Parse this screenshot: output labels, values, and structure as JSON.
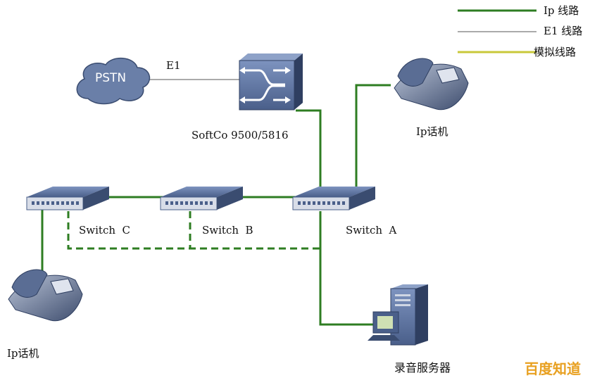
{
  "legend": [
    {
      "label": "Ip 线路",
      "color": "#2e7d22",
      "style": "thick"
    },
    {
      "label": "E1 线路",
      "color": "#555555",
      "style": "thin"
    },
    {
      "label": "模拟线路",
      "color": "#c9c83a",
      "style": "medium"
    }
  ],
  "nodes": {
    "pstn": "PSTN",
    "softco": "SoftCo 9500/5816",
    "switch_a": "Switch  A",
    "switch_b": "Switch  B",
    "switch_c": "Switch  C",
    "phone_top": "Ip话机",
    "phone_bottom": "Ip话机",
    "server": "录音服务器"
  },
  "links": {
    "e1": "E1"
  },
  "colors": {
    "ip_line": "#2e7d22",
    "e1_line": "#555555",
    "analog_line": "#c9c83a",
    "device_blue": "#4a5f8a"
  },
  "watermark": "百度知道"
}
